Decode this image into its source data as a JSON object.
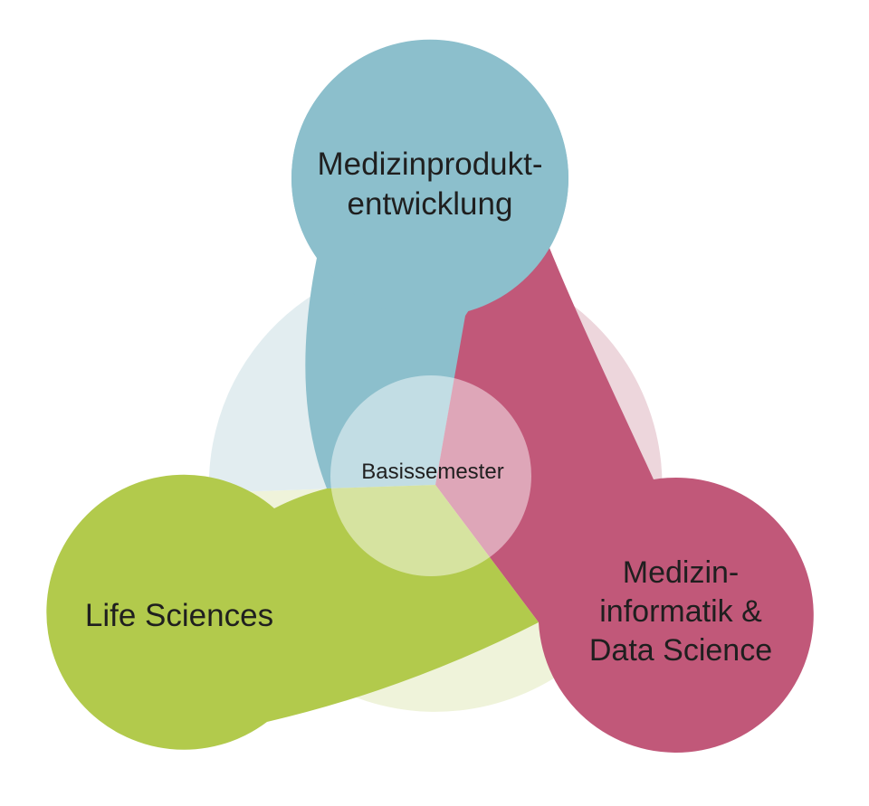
{
  "diagram": {
    "background_color": "#ffffff",
    "text_color": "#1f1f1f",
    "center": {
      "label": "Basissemester",
      "overlay_color": "#ffffff"
    },
    "programs": [
      {
        "name": "Medizinproduktentwicklung",
        "label_lines": [
          "Medizinprodukt-",
          "entwicklung"
        ],
        "color": "#8CBFCC",
        "pale_color": "#E2EDF0",
        "position": "top"
      },
      {
        "name": "Life Sciences",
        "label_lines": [
          "Life Sciences"
        ],
        "color": "#B2CA4C",
        "pale_color": "#EFF3DA",
        "position": "bottom-left"
      },
      {
        "name": "Medizininformatik & Data Science",
        "label_lines": [
          "Medizin-",
          "informatik &",
          "Data Science"
        ],
        "color": "#C15879",
        "pale_color": "#EDD6DC",
        "position": "bottom-right"
      }
    ]
  }
}
